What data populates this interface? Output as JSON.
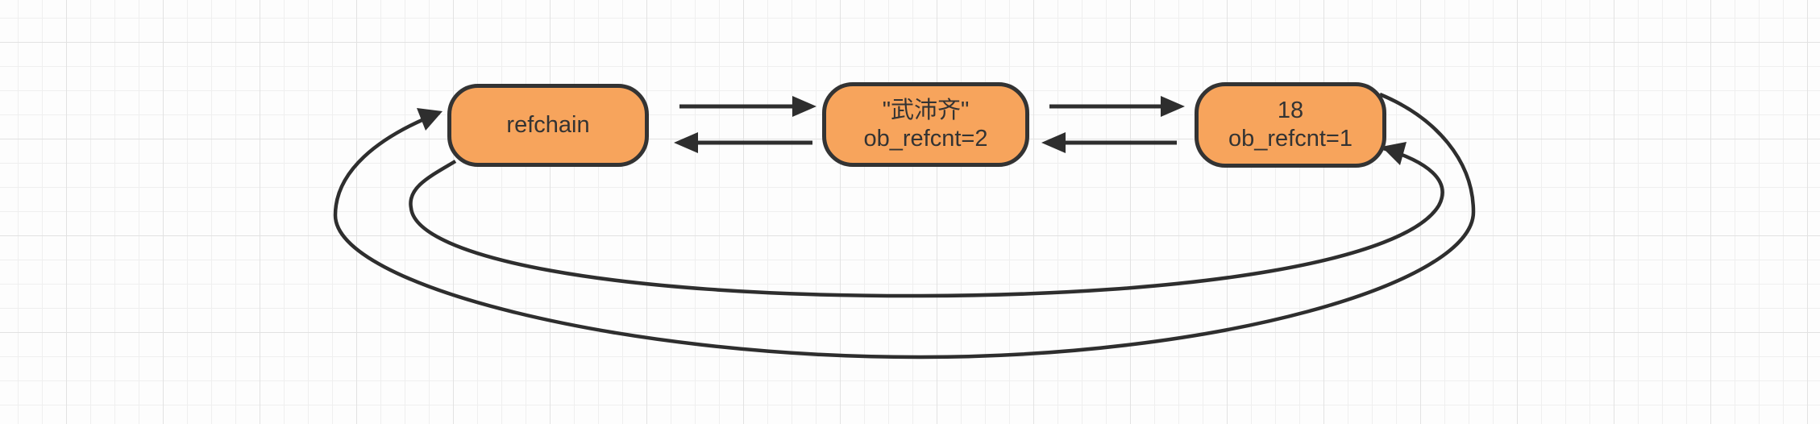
{
  "diagram": {
    "description": "Python reference-count cycle diagram on a grid canvas",
    "nodes": [
      {
        "id": "refchain",
        "lines": [
          "refchain"
        ]
      },
      {
        "id": "str-object",
        "lines": [
          "\"武沛齐\"",
          "ob_refcnt=2"
        ]
      },
      {
        "id": "int-object",
        "lines": [
          "18",
          "ob_refcnt=1"
        ]
      }
    ],
    "edges": [
      {
        "from": "refchain",
        "to": "str-object",
        "style": "straight",
        "position": "top"
      },
      {
        "from": "str-object",
        "to": "refchain",
        "style": "straight",
        "position": "bottom"
      },
      {
        "from": "str-object",
        "to": "int-object",
        "style": "straight",
        "position": "top"
      },
      {
        "from": "int-object",
        "to": "str-object",
        "style": "straight",
        "position": "bottom"
      },
      {
        "from": "refchain",
        "to": "int-object",
        "style": "curved-arc-inner"
      },
      {
        "from": "int-object",
        "to": "refchain",
        "style": "curved-arc-outer"
      }
    ],
    "colors": {
      "node_fill": "#f7a45c",
      "node_border": "#333333",
      "arrow": "#2e2e2e",
      "text": "#333333",
      "grid_minor": "#efefef",
      "grid_major": "#e2e2e2",
      "canvas_bg": "#fdfdfd"
    }
  }
}
